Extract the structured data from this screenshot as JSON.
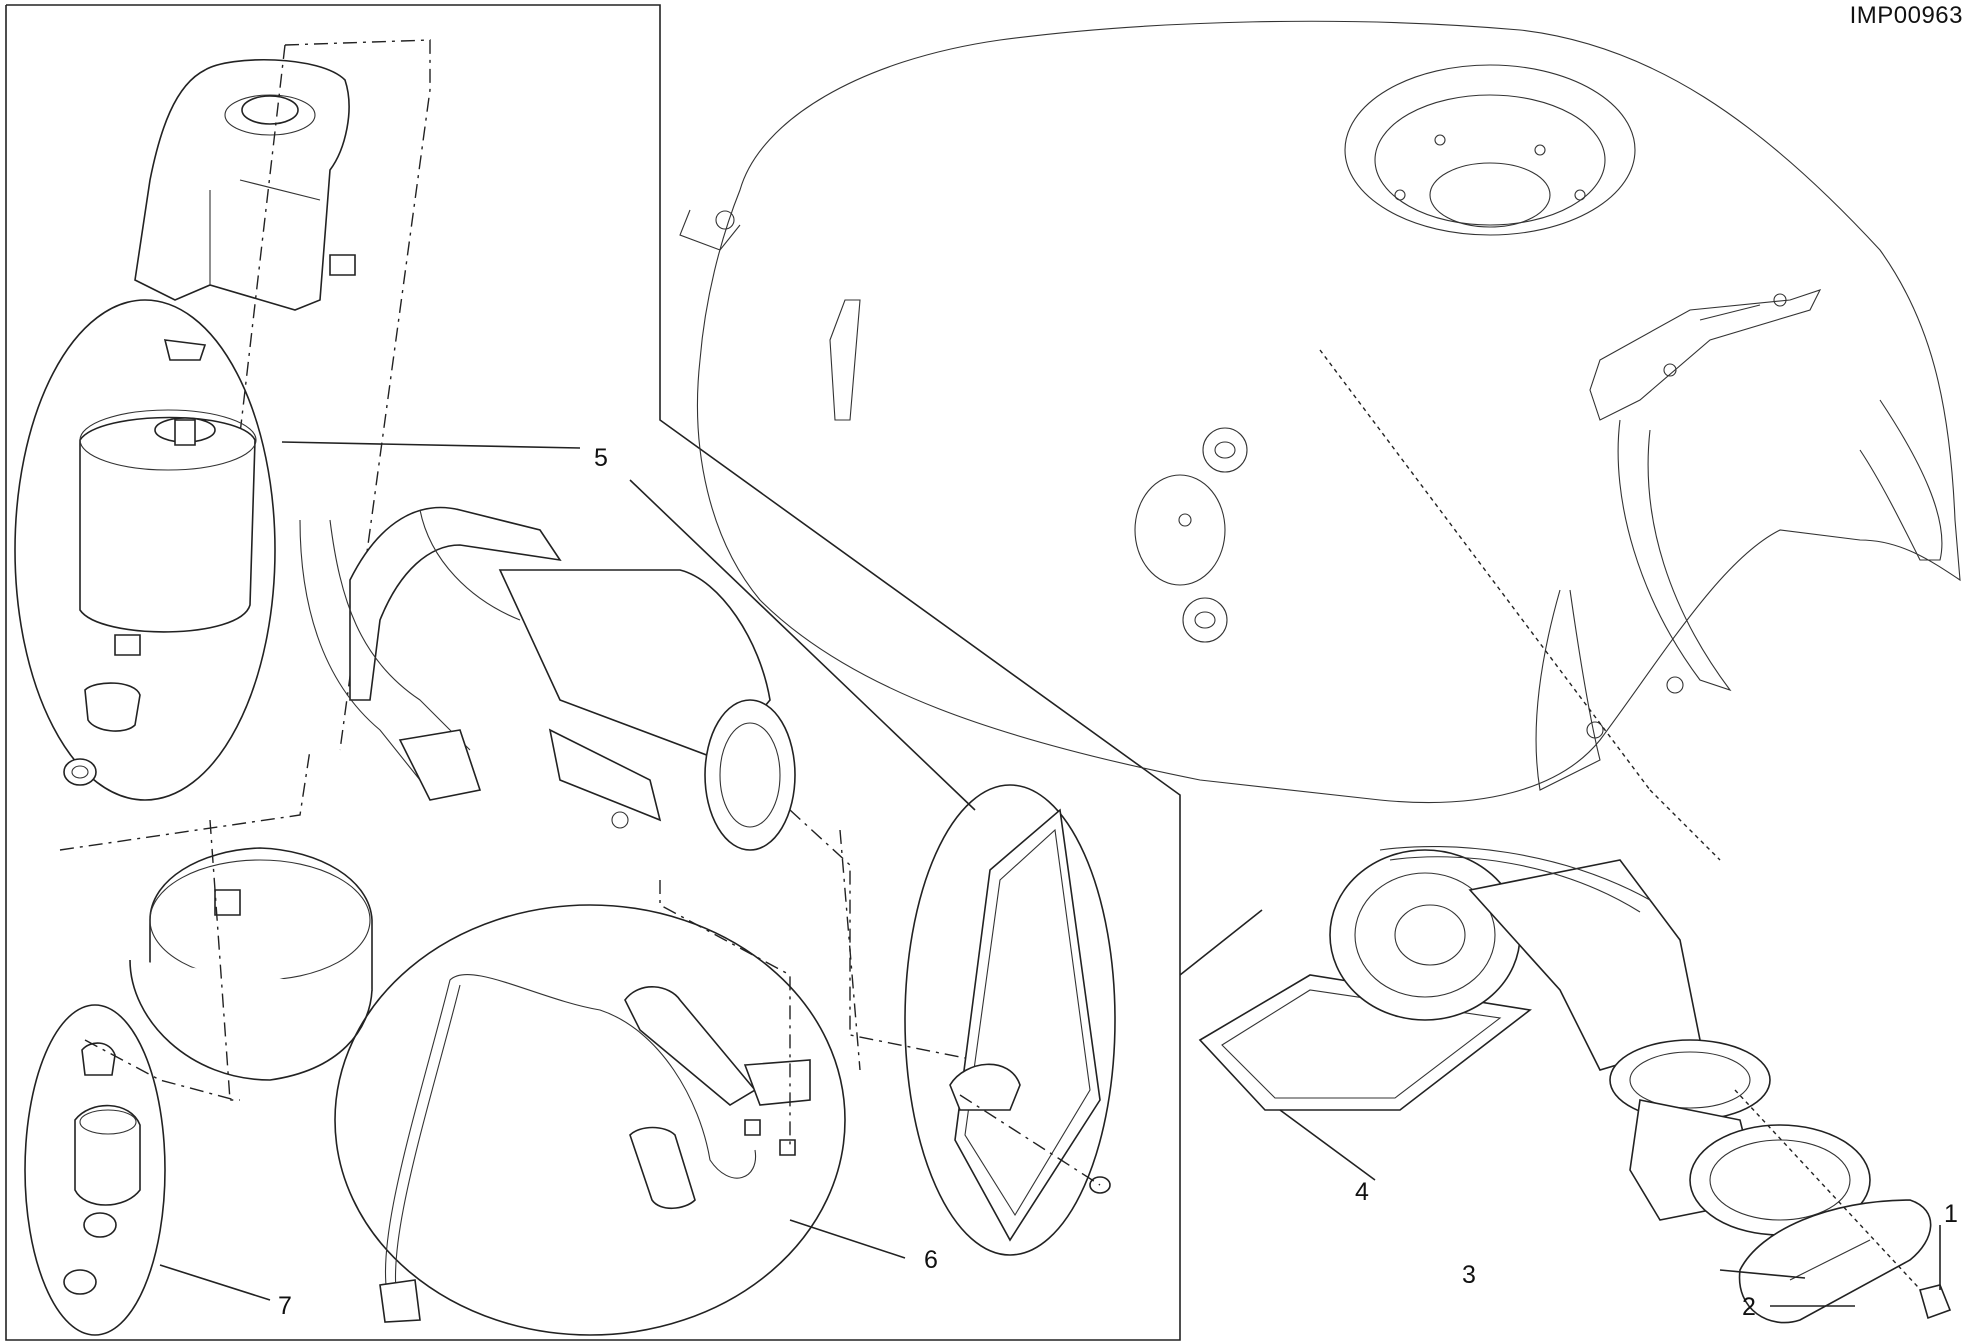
{
  "drawing_code": "IMP00963",
  "callouts": [
    "1",
    "2",
    "3",
    "4",
    "5",
    "6",
    "7"
  ]
}
